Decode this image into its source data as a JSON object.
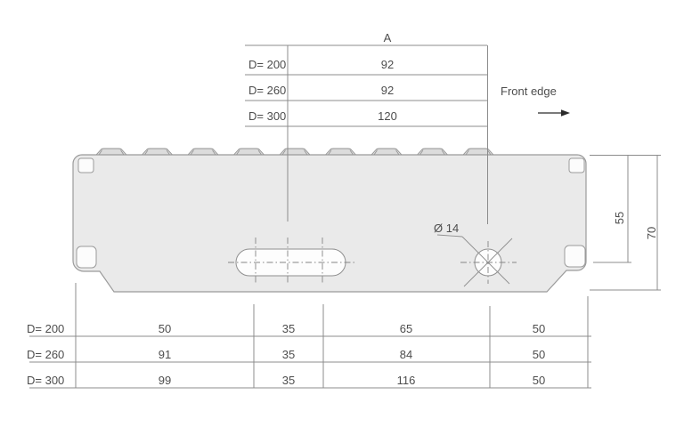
{
  "top_table": {
    "header": "A",
    "rows": [
      {
        "label": "D= 200",
        "value": "92"
      },
      {
        "label": "D= 260",
        "value": "92"
      },
      {
        "label": "D= 300",
        "value": "120"
      }
    ]
  },
  "front_edge": {
    "label": "Front edge"
  },
  "hole": {
    "label": "Ø 14"
  },
  "side_dims": {
    "inner": "55",
    "outer": "70"
  },
  "bottom_table": {
    "rows": [
      {
        "label": "D= 200",
        "values": [
          "50",
          "35",
          "65",
          "50"
        ]
      },
      {
        "label": "D= 260",
        "values": [
          "91",
          "35",
          "84",
          "50"
        ]
      },
      {
        "label": "D= 300",
        "values": [
          "99",
          "35",
          "116",
          "50"
        ]
      }
    ]
  },
  "colors": {
    "background": "#ffffff",
    "plate_fill": "#eaeaea",
    "bump_fill": "#dcdcdc",
    "outline": "#9b9b9b",
    "dimension_line": "#8c8c8c",
    "text": "#4d4d4d",
    "arrow": "#2b2b2b"
  }
}
